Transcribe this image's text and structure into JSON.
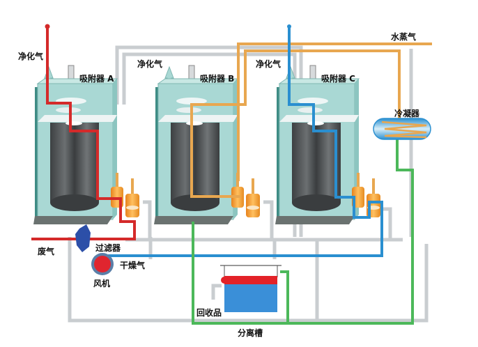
{
  "title": "吸附回收系统流程图",
  "labels": {
    "clean_gas_a": "净化气",
    "clean_gas_b": "净化气",
    "clean_gas_c": "净化气",
    "adsorber_a": "吸附器 A",
    "adsorber_b": "吸附器 B",
    "adsorber_c": "吸附器 C",
    "steam": "水蒸气",
    "condenser": "冷凝器",
    "waste_gas": "废气",
    "filter": "过滤器",
    "dry_gas": "干燥气",
    "fan": "风机",
    "recovered_product": "回收品",
    "separation_tank": "分离槽"
  },
  "colors": {
    "waste_gas_line": "#d42a2a",
    "steam_line": "#e8a750",
    "dry_gas_line": "#2a8fd0",
    "condensate_line": "#4cb85a",
    "vent_pipe": "#c9cdd0",
    "tank_body": "#a9d8d4",
    "tank_wall": "#3f8c85",
    "carbon_bed": "#4a4d4f",
    "valve": "#f0a030",
    "filter": "#2c4fa8",
    "fan_outer": "#5a7fa8",
    "fan_inner": "#e0252f",
    "sep_water": "#3a8fd8",
    "sep_organic": "#e32228"
  }
}
